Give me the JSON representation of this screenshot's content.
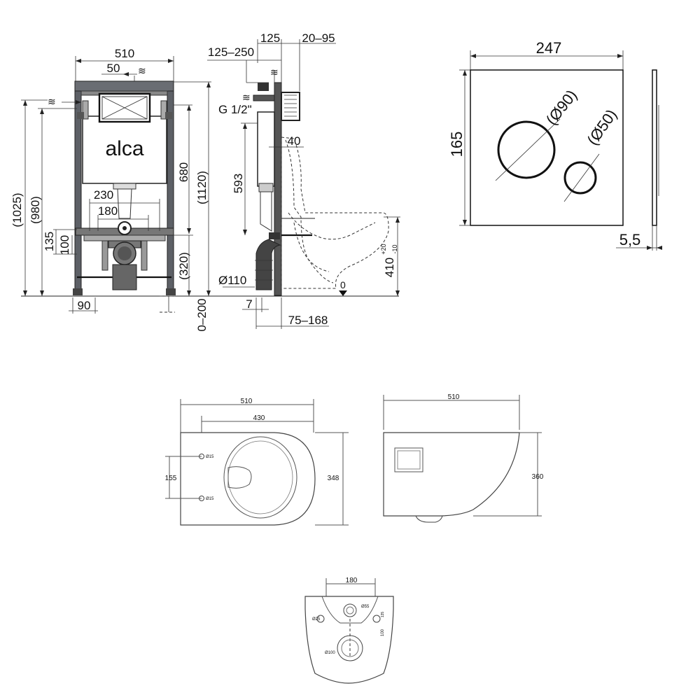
{
  "frame_front": {
    "width": "510",
    "offset": "50",
    "left_h1": "(1025)",
    "left_h2": "(980)",
    "h135": "135",
    "h100": "100",
    "w230": "230",
    "w180": "180",
    "h680": "680",
    "h1120": "(1120)",
    "h320": "(320)",
    "w90": "90",
    "adj": "0–200",
    "brand": "alca"
  },
  "frame_side": {
    "d125": "125",
    "d2095": "20–95",
    "d125250": "125–250",
    "thread": "G 1/2\"",
    "d40": "40",
    "d593": "593",
    "d110": "Ø110",
    "d7": "7",
    "d75168": "75–168",
    "d410": "410",
    "tol_up": "+20",
    "tol_dn": "-10",
    "zero": "0"
  },
  "plate": {
    "width": "247",
    "height": "165",
    "big_button": "(Ø90)",
    "small_button": "(Ø50)",
    "thickness": "5,5"
  },
  "bowl_top": {
    "w510": "510",
    "w430": "430",
    "h155": "155",
    "h348": "348",
    "hole1": "Ø15",
    "hole2": "Ø15"
  },
  "bowl_side": {
    "w510": "510",
    "h360": "360"
  },
  "bowl_back": {
    "w180": "180",
    "d55": "Ø55",
    "d25": "Ø25",
    "d135": "135",
    "d100": "100",
    "d100hole": "Ø100"
  }
}
